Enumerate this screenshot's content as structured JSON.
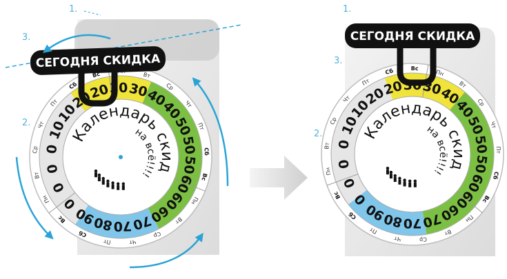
{
  "step_labels": [
    "1.",
    "2.",
    "3."
  ],
  "tag": {
    "text": "СЕГОДНЯ СКИДКА"
  },
  "center": {
    "title": "Календарь скидок",
    "subtitle": "на всё!!!!"
  },
  "left_wheel": {
    "ring_values": [
      "20",
      "30",
      "30",
      "40",
      "40",
      "50",
      "50",
      "50",
      "60",
      "60",
      "60",
      "70",
      "70",
      "80",
      "90",
      "0",
      "0",
      "0",
      "0",
      "10",
      "10",
      "20"
    ],
    "days": [
      "Пн",
      "Вт",
      "Ср",
      "Чт",
      "Пт",
      "Сб",
      "Вс"
    ]
  },
  "right_wheel": {
    "ring_values": [
      "30",
      "30",
      "40",
      "40",
      "50",
      "50",
      "50",
      "60",
      "60",
      "60",
      "70",
      "70",
      "80",
      "90",
      "0",
      "0",
      "0",
      "0",
      "10",
      "10",
      "20",
      "20"
    ],
    "days": [
      "Пн",
      "Вт",
      "Ср",
      "Чт",
      "Пт",
      "Сб",
      "Вс"
    ]
  },
  "colors": {
    "accent": "#29a3d6",
    "yellow": "#f0e43a",
    "green": "#7cc043",
    "blue": "#7fc6ea",
    "grey": "#e6e6e6",
    "black": "#111111"
  }
}
